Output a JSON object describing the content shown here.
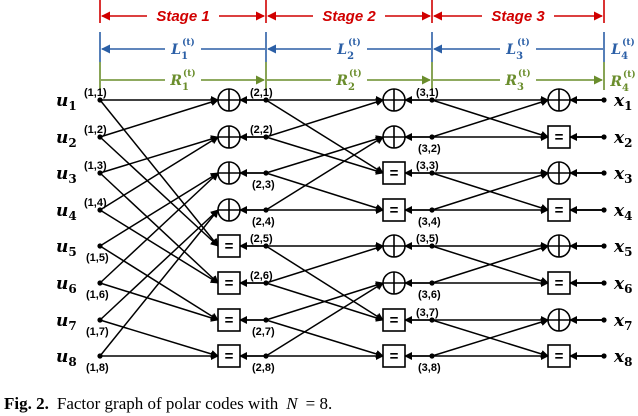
{
  "colors": {
    "stage": "#d10000",
    "L": "#2b5fa6",
    "R": "#6a8d2c",
    "line": "#000000"
  },
  "stages": [
    "Stage 1",
    "Stage 2",
    "Stage 3"
  ],
  "L_labels": [
    {
      "base": "L",
      "sub": "1",
      "sup": "(t)"
    },
    {
      "base": "L",
      "sub": "2",
      "sup": "(t)"
    },
    {
      "base": "L",
      "sub": "3",
      "sup": "(t)"
    },
    {
      "base": "L",
      "sub": "4",
      "sup": "(t)"
    }
  ],
  "R_labels": [
    {
      "base": "R",
      "sub": "1",
      "sup": "(t)"
    },
    {
      "base": "R",
      "sub": "2",
      "sup": "(t)"
    },
    {
      "base": "R",
      "sub": "3",
      "sup": "(t)"
    },
    {
      "base": "R",
      "sub": "4",
      "sup": "(t)"
    }
  ],
  "u_labels": [
    {
      "base": "u",
      "sub": "1"
    },
    {
      "base": "u",
      "sub": "2"
    },
    {
      "base": "u",
      "sub": "3"
    },
    {
      "base": "u",
      "sub": "4"
    },
    {
      "base": "u",
      "sub": "5"
    },
    {
      "base": "u",
      "sub": "6"
    },
    {
      "base": "u",
      "sub": "7"
    },
    {
      "base": "u",
      "sub": "8"
    }
  ],
  "x_labels": [
    {
      "base": "x",
      "sub": "1"
    },
    {
      "base": "x",
      "sub": "2"
    },
    {
      "base": "x",
      "sub": "3"
    },
    {
      "base": "x",
      "sub": "4"
    },
    {
      "base": "x",
      "sub": "5"
    },
    {
      "base": "x",
      "sub": "6"
    },
    {
      "base": "x",
      "sub": "7"
    },
    {
      "base": "x",
      "sub": "8"
    }
  ],
  "node_labels": {
    "col1": [
      "(1,1)",
      "(1,2)",
      "(1,3)",
      "(1,4)",
      "(1,5)",
      "(1,6)",
      "(1,7)",
      "(1,8)"
    ],
    "col2": [
      "(2,1)",
      "(2,2)",
      "(2,3)",
      "(2,4)",
      "(2,5)",
      "(2,6)",
      "(2,7)",
      "(2,8)"
    ],
    "col3": [
      "(3,1)",
      "(3,2)",
      "(3,3)",
      "(3,4)",
      "(3,5)",
      "(3,6)",
      "(3,7)",
      "(3,8)"
    ]
  },
  "check_node_symbol": "=",
  "caption": {
    "fig": "Fig. 2.",
    "text": "Factor graph of polar codes with",
    "math": "N",
    "rest": "= 8."
  },
  "stage_ops": [
    [
      "xor",
      "xor",
      "xor",
      "xor",
      "eq",
      "eq",
      "eq",
      "eq"
    ],
    [
      "xor",
      "xor",
      "eq",
      "eq",
      "xor",
      "xor",
      "eq",
      "eq"
    ],
    [
      "xor",
      "eq",
      "xor",
      "eq",
      "xor",
      "eq",
      "xor",
      "eq"
    ]
  ]
}
